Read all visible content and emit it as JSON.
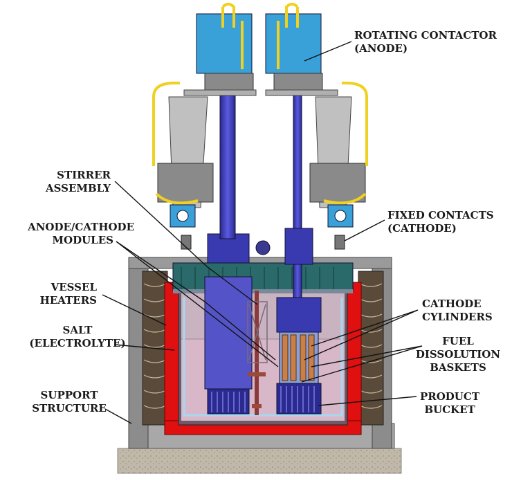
{
  "labels": {
    "rotating_contactor": [
      "ROTATING CONTACTOR",
      "(ANODE)"
    ],
    "stirrer_assembly": [
      "STIRRER",
      "ASSEMBLY"
    ],
    "fixed_contacts": [
      "FIXED CONTACTS",
      "(CATHODE)"
    ],
    "anode_cathode_modules": [
      "ANODE/CATHODE",
      "MODULES"
    ],
    "vessel_heaters": [
      "VESSEL",
      "HEATERS"
    ],
    "cathode_cylinders": [
      "CATHODE",
      "CYLINDERS"
    ],
    "salt_electrolyte": [
      "SALT",
      "(ELECTROLYTE)"
    ],
    "fuel_dissolution_baskets": [
      "FUEL",
      "DISSOLUTION",
      "BASKETS"
    ],
    "support_structure": [
      "SUPPORT",
      "STRUCTURE"
    ],
    "product_bucket": [
      "PRODUCT",
      "BUCKET"
    ]
  },
  "colors": {
    "vessel_blue": "#4a4ad0",
    "drive_cyan": "#3aa0d8",
    "heater_red": "#e01010",
    "salt_pink": "#d8b8c8",
    "insulation_brown": "#5a4a3a",
    "support_gray": "#a0a0a0",
    "yellow_cable": "#f0d020"
  }
}
